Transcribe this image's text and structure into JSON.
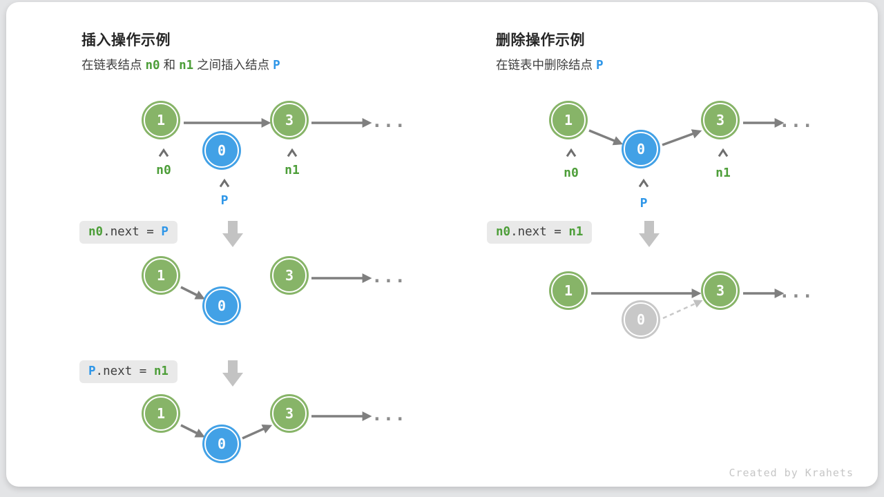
{
  "colors": {
    "node_green": "#87b468",
    "node_blue": "#42a1e6",
    "node_gray": "#c8c8c8",
    "text_green": "#4d9e39",
    "text_blue": "#2e96e8",
    "arrow_gray": "#7f7f7f",
    "arrow_light": "#c6c6c6",
    "code_bg": "#e9e9e9",
    "card_bg": "#ffffff"
  },
  "left": {
    "title": "插入操作示例",
    "subtitle": {
      "pre": "在链表结点",
      "n0": "n0",
      "and": "和",
      "n1": "n1",
      "post": "之间插入结点",
      "p": "P"
    },
    "nodes": {
      "a": "1",
      "b": "3",
      "p": "0"
    },
    "labels": {
      "n0": "n0",
      "n1": "n1",
      "p": "P"
    },
    "code1": {
      "lhs": "n0",
      "mid": ".next = ",
      "rhs": "P"
    },
    "code2": {
      "lhs": "P",
      "mid": ".next = ",
      "rhs": "n1"
    },
    "ellipsis": "..."
  },
  "right": {
    "title": "删除操作示例",
    "subtitle": {
      "pre": "在链表中删除结点",
      "p": "P"
    },
    "nodes": {
      "a": "1",
      "b": "3",
      "p": "0"
    },
    "labels": {
      "n0": "n0",
      "n1": "n1",
      "p": "P"
    },
    "code1": {
      "lhs": "n0",
      "mid": ".next = ",
      "rhs": "n1"
    },
    "ellipsis": "..."
  },
  "credit": "Created by Krahets"
}
